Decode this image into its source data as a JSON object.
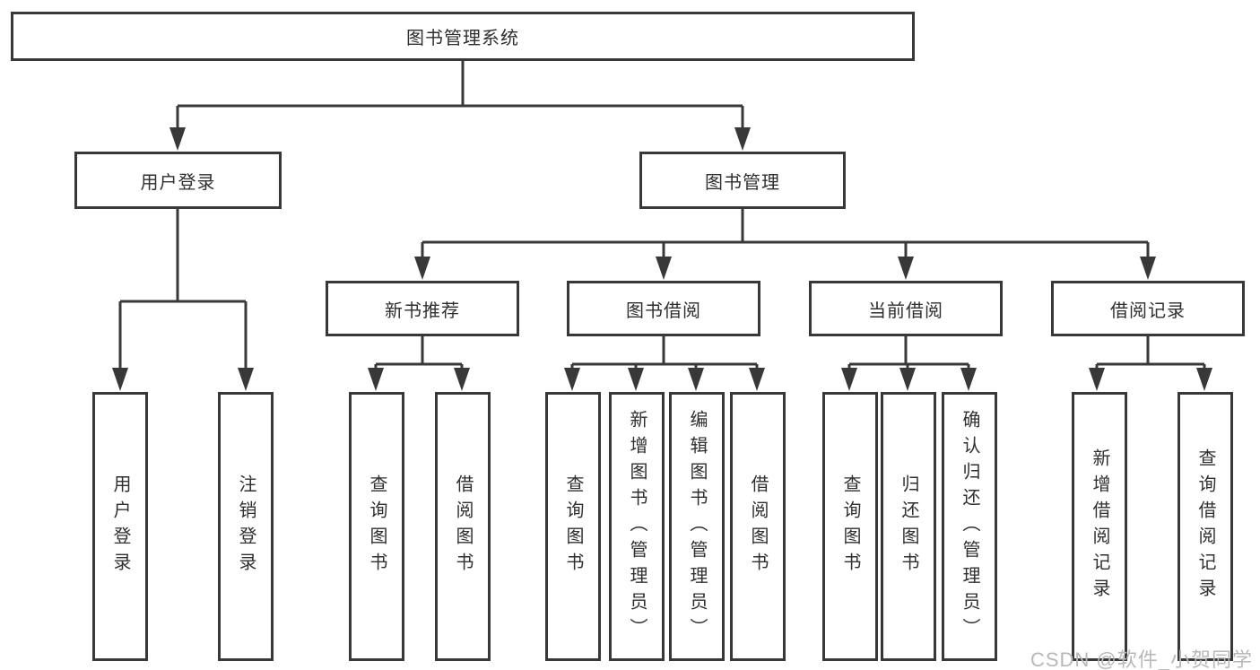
{
  "diagram_type": "hierarchy-tree",
  "colors": {
    "line": "#383838",
    "box_border": "#383838",
    "text": "#2f2f2f",
    "background": "#ffffff",
    "watermark": "#b8b8b8"
  },
  "tree": {
    "label": "图书管理系统",
    "children": [
      {
        "label": "用户登录",
        "children": [
          {
            "label": "用户登录"
          },
          {
            "label": "注销登录"
          }
        ]
      },
      {
        "label": "图书管理",
        "children": [
          {
            "label": "新书推荐",
            "children": [
              {
                "label": "查询图书"
              },
              {
                "label": "借阅图书"
              }
            ]
          },
          {
            "label": "图书借阅",
            "children": [
              {
                "label": "查询图书"
              },
              {
                "label": "新增图书（管理员）"
              },
              {
                "label": "编辑图书（管理员）"
              },
              {
                "label": "借阅图书"
              }
            ]
          },
          {
            "label": "当前借阅",
            "children": [
              {
                "label": "查询图书"
              },
              {
                "label": "归还图书"
              },
              {
                "label": "确认归还（管理员）"
              }
            ]
          },
          {
            "label": "借阅记录",
            "children": [
              {
                "label": "新增借阅记录"
              },
              {
                "label": "查询借阅记录"
              }
            ]
          }
        ]
      }
    ]
  },
  "watermark": {
    "text": "CSDN @软件_小贺同学"
  }
}
